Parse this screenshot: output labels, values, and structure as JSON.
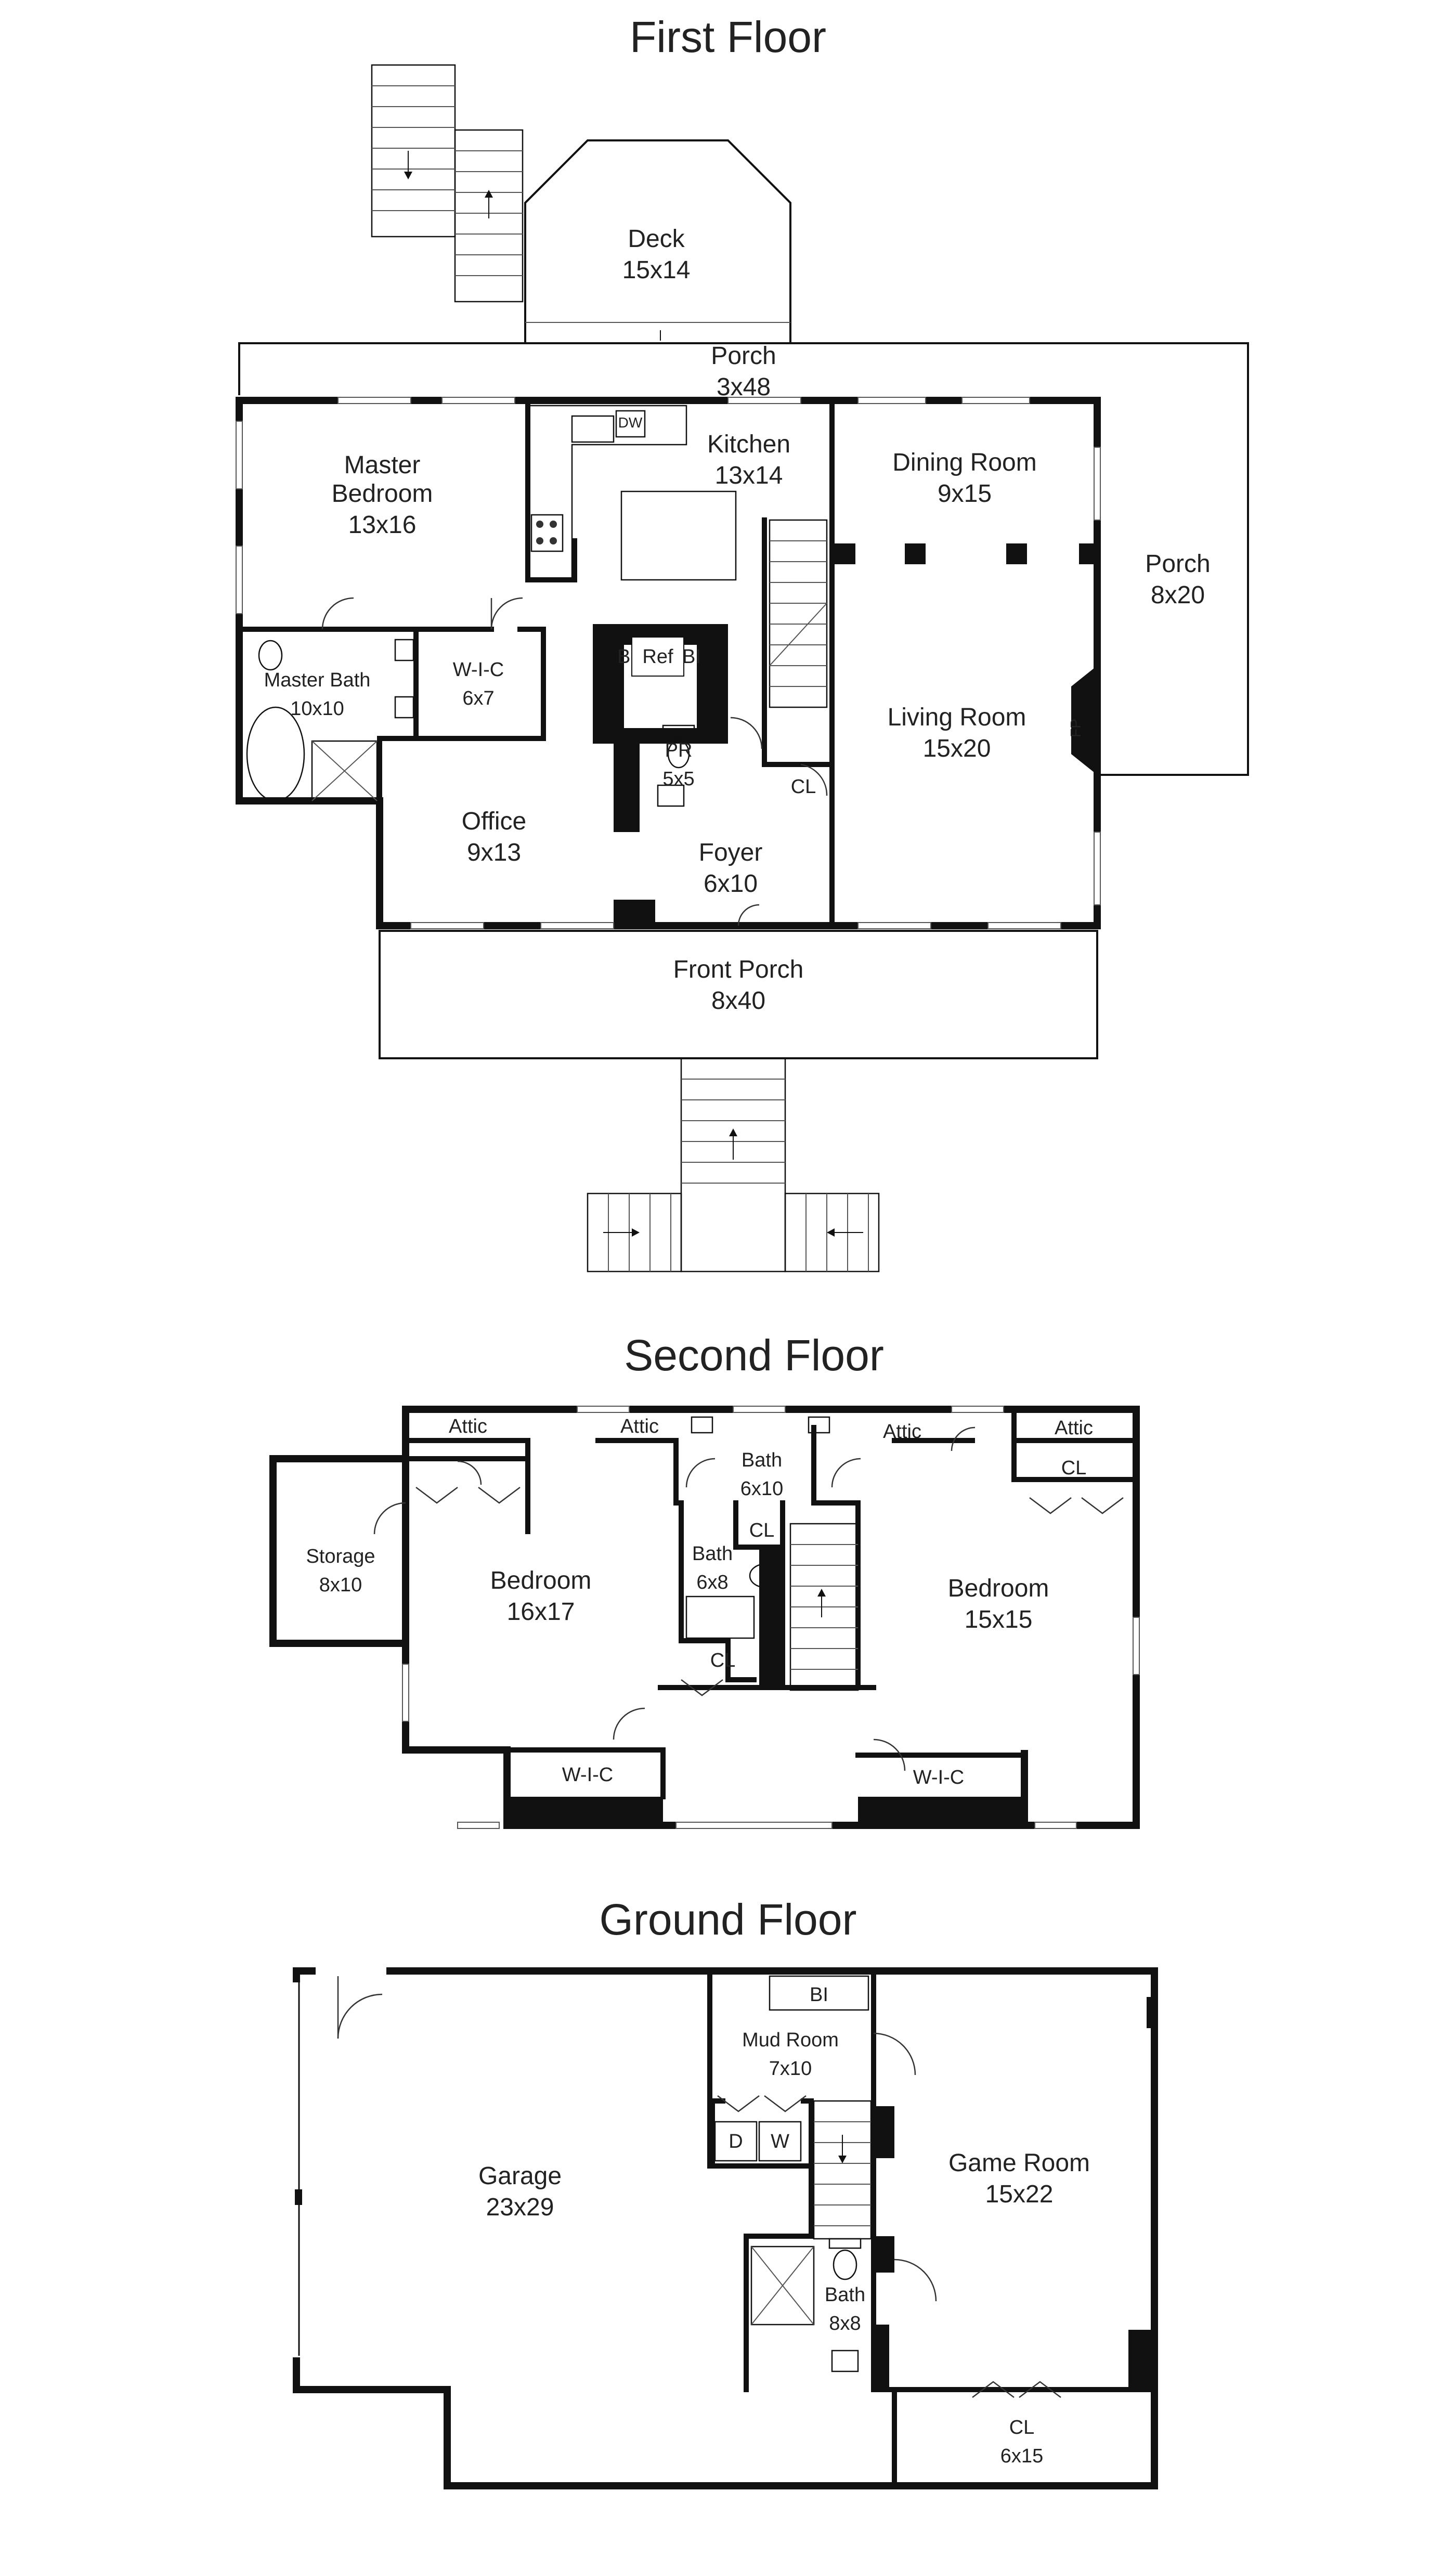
{
  "floors": {
    "first": {
      "title": "First Floor",
      "rooms": {
        "deck": {
          "name": "Deck",
          "size": "15x14"
        },
        "porch_top": {
          "name": "Porch",
          "size": "3x48"
        },
        "master_bedroom": {
          "name": "Master\nBedroom",
          "name_l1": "Master",
          "name_l2": "Bedroom",
          "size": "13x16"
        },
        "kitchen": {
          "name": "Kitchen",
          "size": "13x14"
        },
        "dining_room": {
          "name": "Dining Room",
          "size": "9x15"
        },
        "porch_right": {
          "name": "Porch",
          "size": "8x20"
        },
        "master_bath": {
          "name": "Master Bath",
          "size": "10x10"
        },
        "wic": {
          "name": "W-I-C",
          "size": "6x7"
        },
        "living_room": {
          "name": "Living Room",
          "size": "15x20"
        },
        "powder_room": {
          "name": "PR",
          "size": "5x5"
        },
        "office": {
          "name": "Office",
          "size": "9x13"
        },
        "foyer": {
          "name": "Foyer",
          "size": "6x10"
        },
        "closet": {
          "name": "CL"
        },
        "front_porch": {
          "name": "Front Porch",
          "size": "8x40"
        }
      },
      "labels": {
        "bi_left": "BI",
        "ref": "Ref",
        "bi_right": "BI",
        "dw": "DW",
        "fp": "FP"
      }
    },
    "second": {
      "title": "Second Floor",
      "rooms": {
        "attic_1": {
          "name": "Attic"
        },
        "attic_2": {
          "name": "Attic"
        },
        "attic_3": {
          "name": "Attic"
        },
        "attic_4": {
          "name": "Attic"
        },
        "storage": {
          "name": "Storage",
          "size": "8x10"
        },
        "bedroom_left": {
          "name": "Bedroom",
          "size": "16x17"
        },
        "bath_top": {
          "name": "Bath",
          "size": "6x10"
        },
        "closet_mid": {
          "name": "CL"
        },
        "bath_small": {
          "name": "Bath",
          "size": "6x8"
        },
        "closet_low": {
          "name": "CL"
        },
        "closet_right": {
          "name": "CL"
        },
        "bedroom_right": {
          "name": "Bedroom",
          "size": "15x15"
        },
        "wic_left": {
          "name": "W-I-C"
        },
        "wic_right": {
          "name": "W-I-C"
        }
      }
    },
    "ground": {
      "title": "Ground Floor",
      "rooms": {
        "garage": {
          "name": "Garage",
          "size": "23x29"
        },
        "mud_room": {
          "name": "Mud Room",
          "size": "7x10"
        },
        "game_room": {
          "name": "Game Room",
          "size": "15x22"
        },
        "bath": {
          "name": "Bath",
          "size": "8x8"
        },
        "closet": {
          "name": "CL",
          "size": "6x15"
        }
      },
      "labels": {
        "bi": "BI",
        "dryer": "D",
        "washer": "W"
      }
    }
  },
  "colors": {
    "wall": "#111111",
    "line": "#111111",
    "background": "#ffffff",
    "text": "#222222"
  }
}
